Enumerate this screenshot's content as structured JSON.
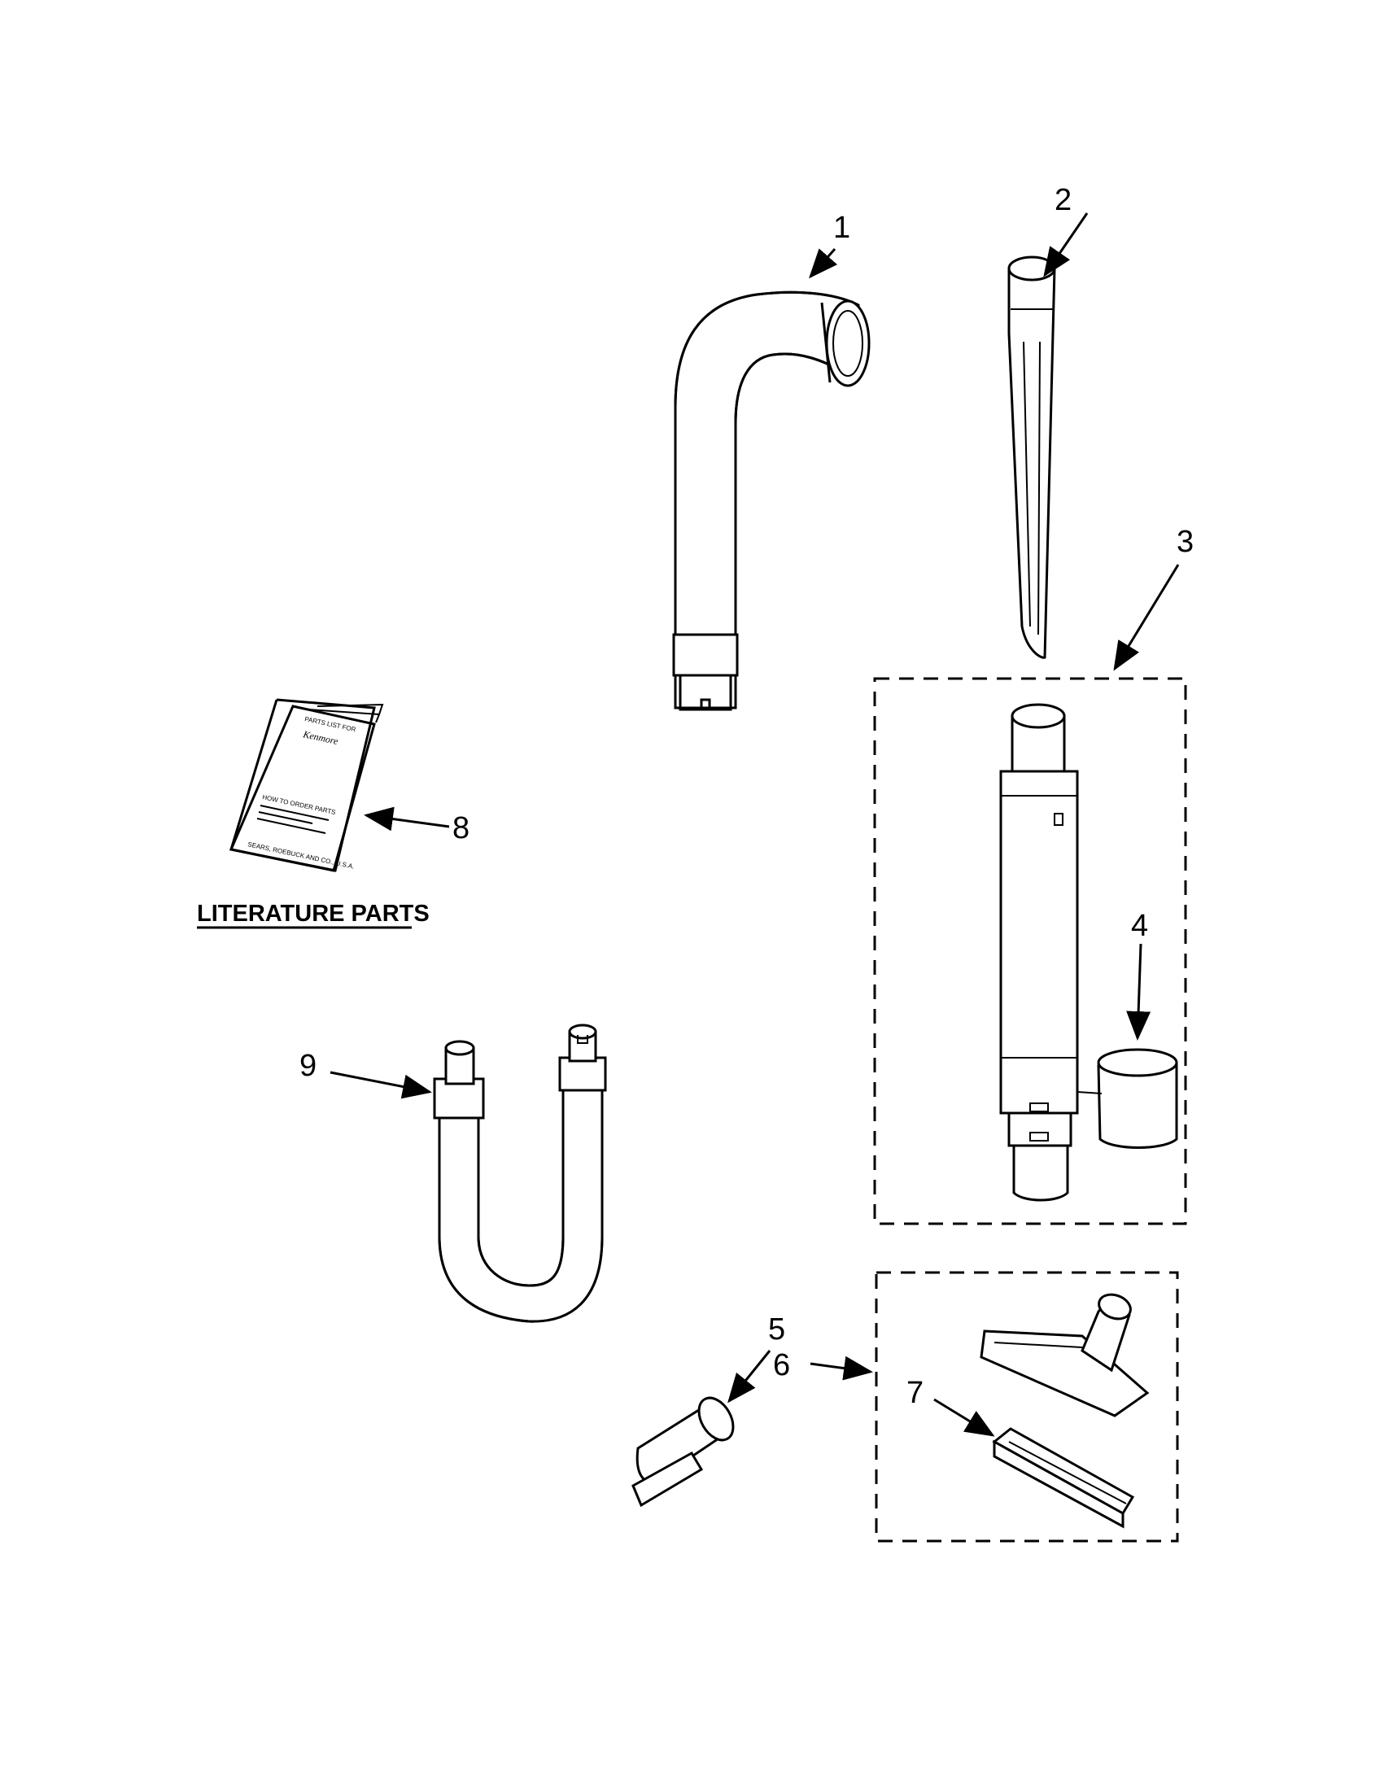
{
  "section_title": "LITERATURE PARTS",
  "callouts": {
    "c1": "1",
    "c2": "2",
    "c3": "3",
    "c4": "4",
    "c5": "5",
    "c6": "6",
    "c7": "7",
    "c8": "8",
    "c9": "9"
  },
  "booklet": {
    "header": "PARTS LIST FOR",
    "brand": "Kenmore",
    "order_heading": "HOW TO ORDER PARTS",
    "footer": "SEARS, ROEBUCK AND CO., U.S.A."
  },
  "colors": {
    "line": "#000000",
    "background": "#ffffff"
  }
}
